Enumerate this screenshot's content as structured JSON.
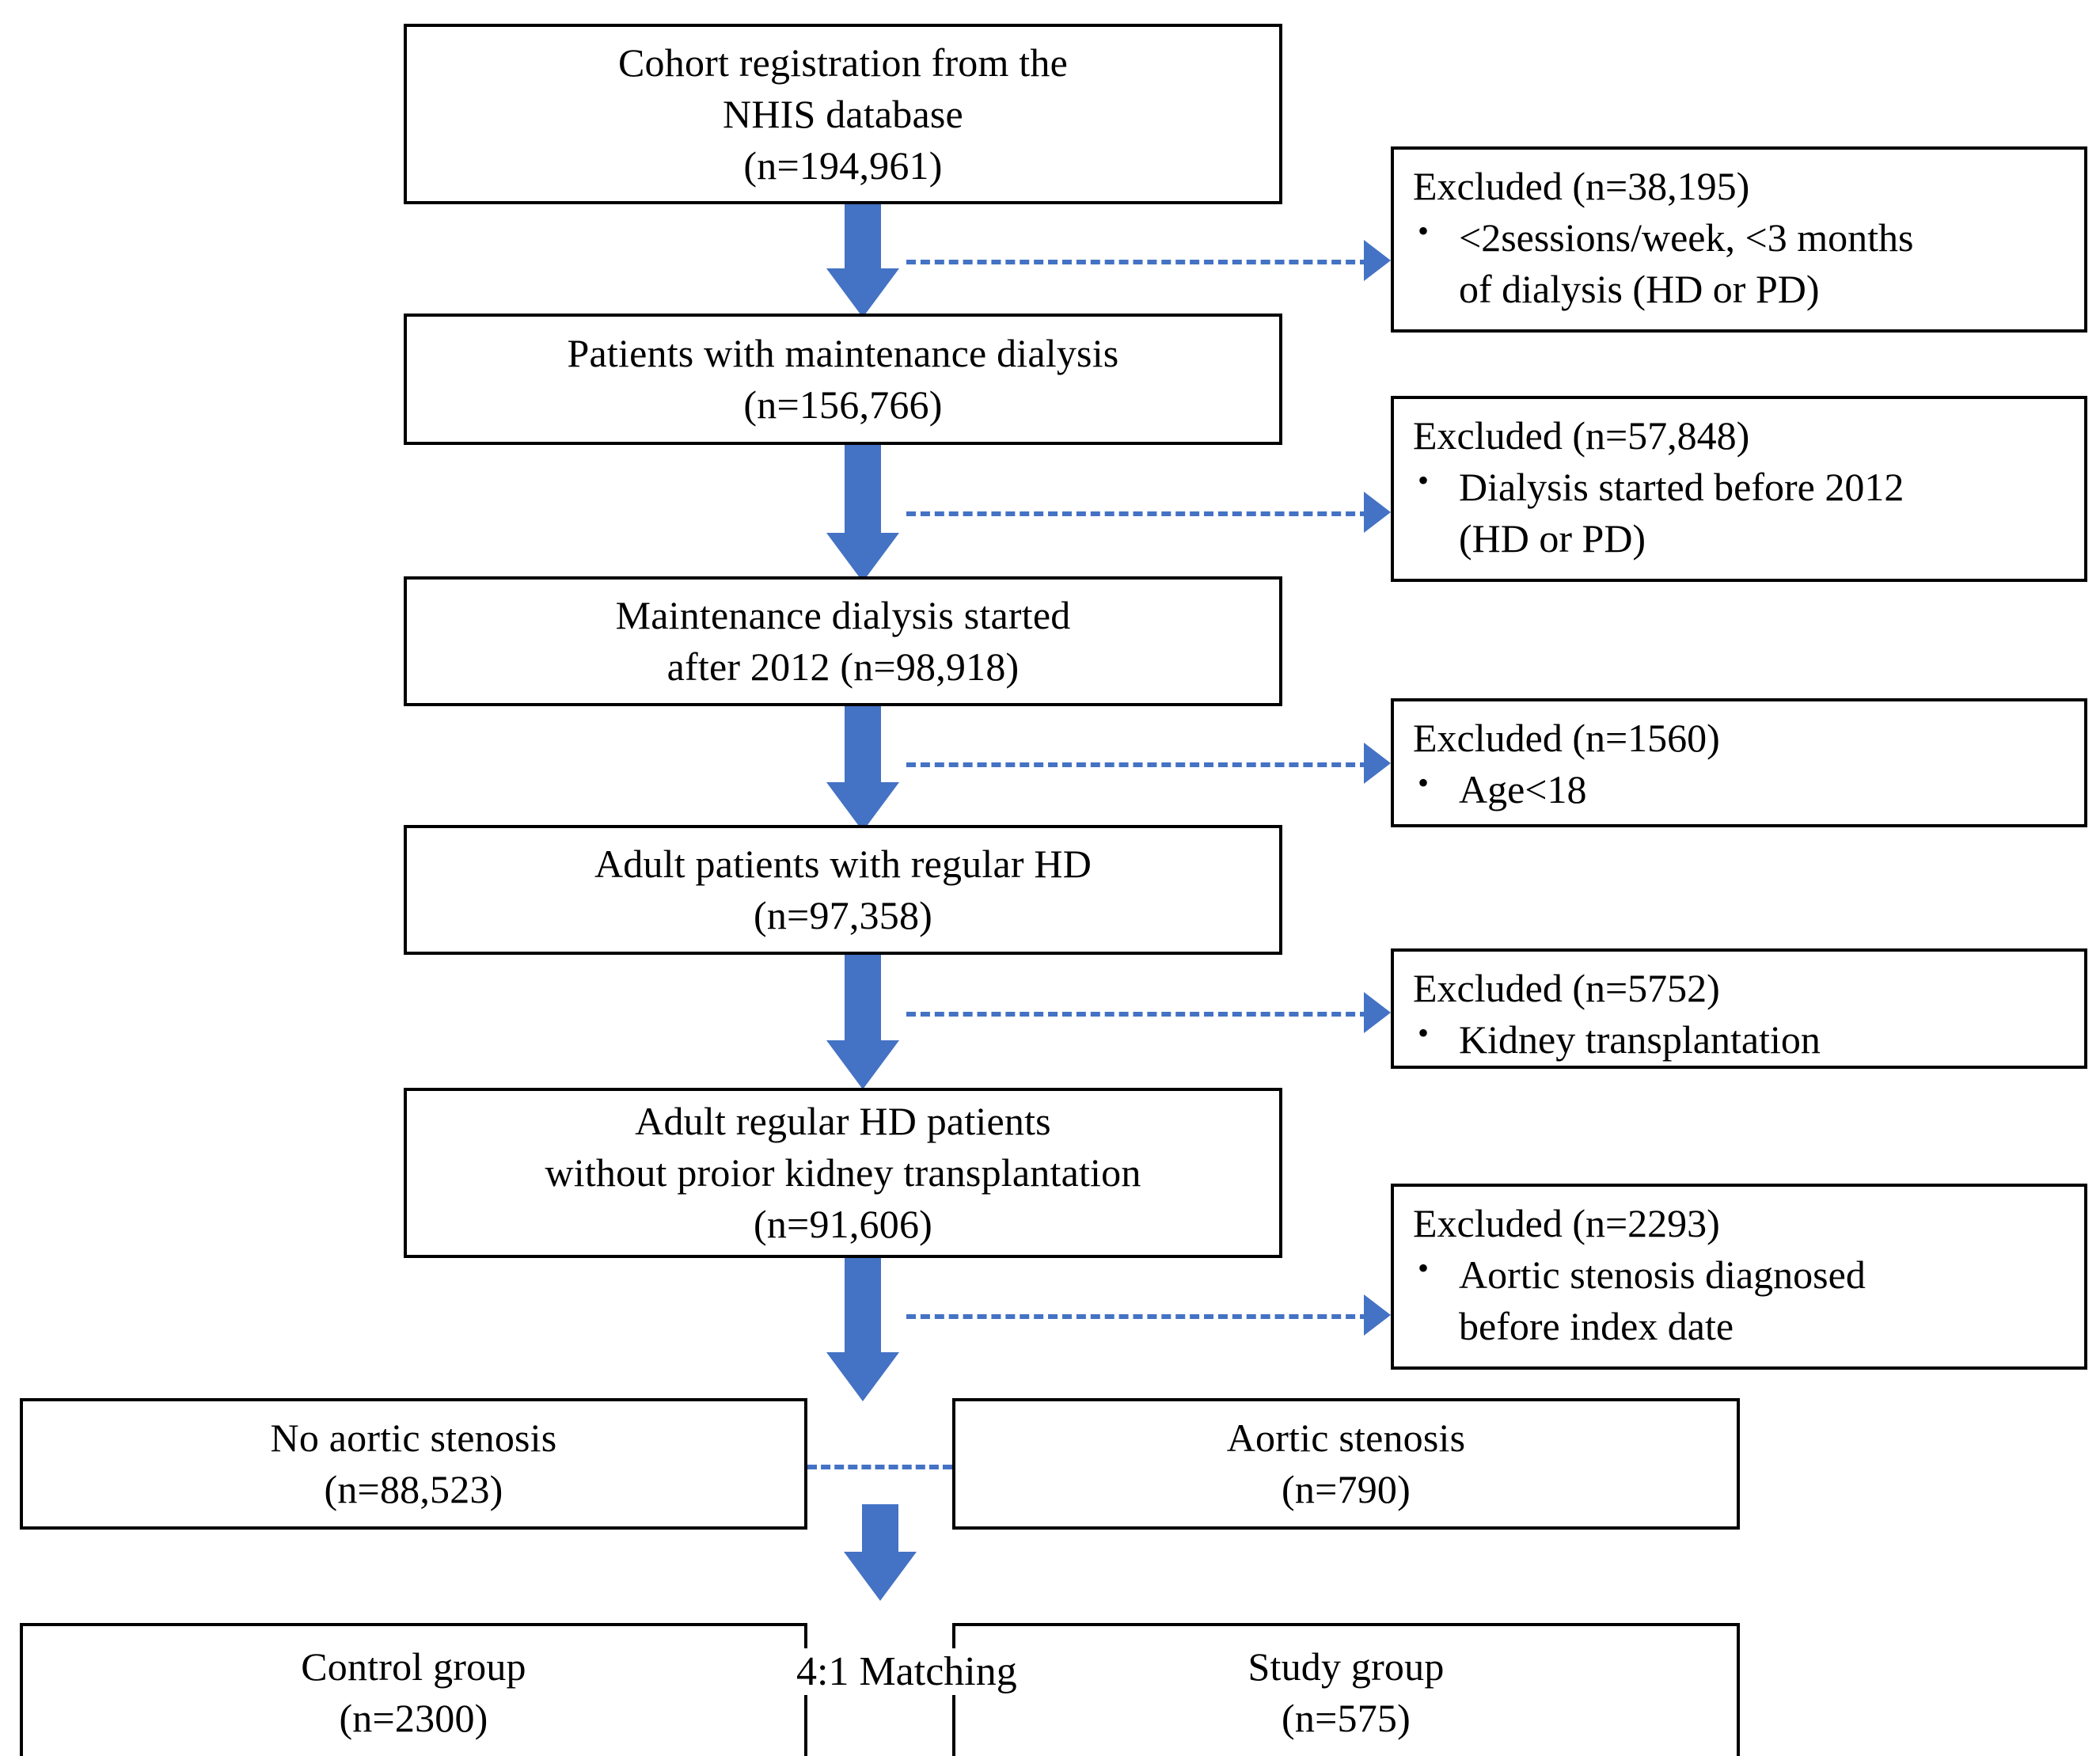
{
  "figure": {
    "type": "flowchart",
    "title": "Study cohort selection flow diagram",
    "accent_color": "#4472C4",
    "border_color": "#000000",
    "background_color": "#FFFFFF"
  },
  "flow_boxes": [
    {
      "id": "cohort-registration",
      "lines": [
        "Cohort registration from the",
        "NHIS database",
        "(n=194,961)"
      ],
      "n": 194961
    },
    {
      "id": "maintenance-dialysis",
      "lines": [
        "Patients with maintenance dialysis",
        "(n=156,766)"
      ],
      "n": 156766
    },
    {
      "id": "dialysis-after-2012",
      "lines": [
        "Maintenance dialysis started",
        "after 2012 (n=98,918)"
      ],
      "n": 98918
    },
    {
      "id": "adult-regular-hd",
      "lines": [
        "Adult patients with regular HD",
        "(n=97,358)"
      ],
      "n": 97358
    },
    {
      "id": "no-prior-transplant",
      "lines": [
        "Adult  regular HD patients",
        "without proior kidney transplantation",
        "(n=91,606)"
      ],
      "n": 91606
    }
  ],
  "exclusion_boxes": [
    {
      "id": "excluded-sessions",
      "title": "Excluded (n=38,195)",
      "n": 38195,
      "bullets": [
        [
          "<2sessions/week, <3 months",
          "of dialysis (HD or PD)"
        ]
      ]
    },
    {
      "id": "excluded-before-2012",
      "title": "Excluded (n=57,848)",
      "n": 57848,
      "bullets": [
        [
          "Dialysis started before 2012",
          "(HD or PD)"
        ]
      ]
    },
    {
      "id": "excluded-age",
      "title": "Excluded (n=1560)",
      "n": 1560,
      "bullets": [
        [
          "Age<18"
        ]
      ]
    },
    {
      "id": "excluded-transplant",
      "title": "Excluded (n=5752)",
      "n": 5752,
      "bullets": [
        [
          "Kidney transplantation"
        ]
      ]
    },
    {
      "id": "excluded-prior-as",
      "title": "Excluded (n=2293)",
      "n": 2293,
      "bullets": [
        [
          "Aortic stenosis diagnosed",
          "before index date"
        ]
      ]
    }
  ],
  "split_boxes": [
    {
      "id": "no-aortic-stenosis",
      "lines": [
        "No aortic stenosis",
        "(n=88,523)"
      ],
      "n": 88523
    },
    {
      "id": "aortic-stenosis",
      "lines": [
        "Aortic stenosis",
        "(n=790)"
      ],
      "n": 790
    }
  ],
  "final_boxes": [
    {
      "id": "control-group",
      "lines": [
        "Control group",
        "(n=2300)"
      ],
      "n": 2300
    },
    {
      "id": "study-group",
      "lines": [
        "Study group",
        "(n=575)"
      ],
      "n": 575
    }
  ],
  "labels": {
    "matching": "4:1 Matching"
  }
}
